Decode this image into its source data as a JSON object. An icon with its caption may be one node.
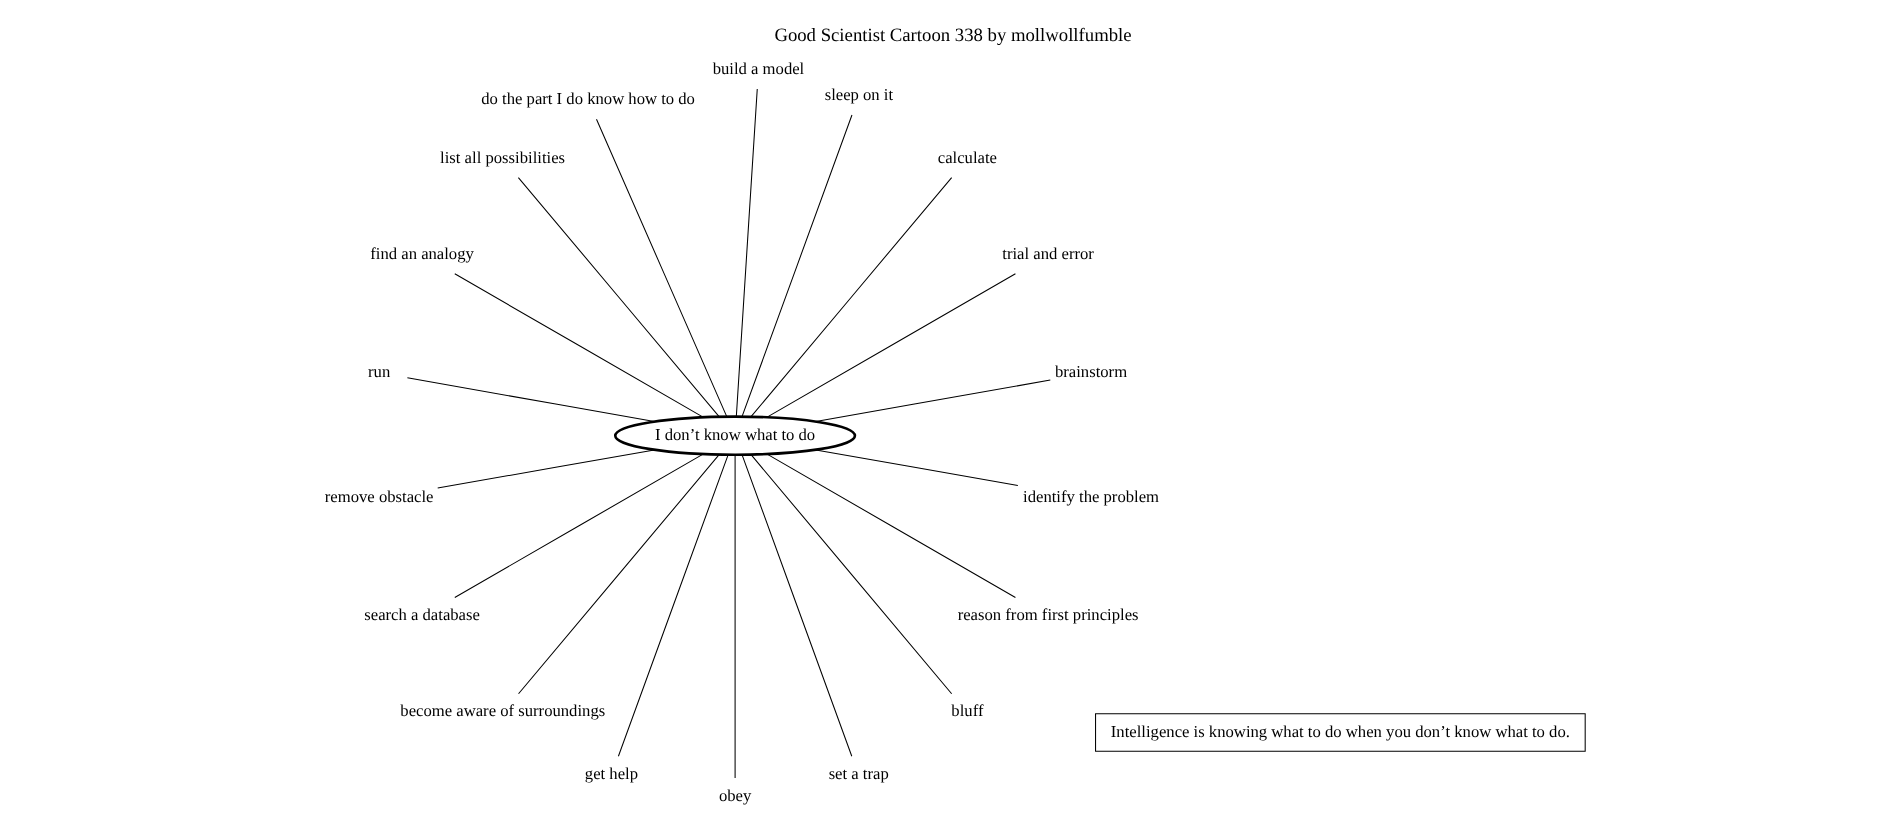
{
  "diagram": {
    "title": "Good Scientist Cartoon 338 by mollwollfumble",
    "nodes": [
      {
        "text": [
          "Intelligence is knowing what to do when you don’t know what to do."
        ]
      },
      {
        "text": [
          "I don’t know what to do"
        ]
      },
      {
        "text": [
          "brainstorm"
        ]
      },
      {
        "text": [
          "trial and error"
        ]
      },
      {
        "text": [
          "calculate"
        ]
      },
      {
        "text": [
          "sleep on it"
        ]
      },
      {
        "text": [
          "build a model"
        ]
      },
      {
        "text": [
          "do the part I do know how to do"
        ]
      },
      {
        "text": [
          "list all possibilities"
        ]
      },
      {
        "text": [
          "find an analogy"
        ]
      },
      {
        "text": [
          "run"
        ]
      },
      {
        "text": [
          "remove obstacle"
        ]
      },
      {
        "text": [
          "search a database"
        ]
      },
      {
        "text": [
          "become aware of surroundings"
        ]
      },
      {
        "text": [
          "get help"
        ]
      },
      {
        "text": [
          "obey"
        ]
      },
      {
        "text": [
          "set a trap"
        ]
      },
      {
        "text": [
          "bluff"
        ]
      },
      {
        "text": [
          "reason from first principles"
        ]
      },
      {
        "text": [
          "identify the problem"
        ]
      }
    ],
    "edges": [
      {
        "from": 1,
        "to": 2,
        "arrow": "none"
      },
      {
        "from": 1,
        "to": 3,
        "arrow": "none"
      },
      {
        "from": 1,
        "to": 4,
        "arrow": "none"
      },
      {
        "from": 1,
        "to": 5,
        "arrow": "none"
      },
      {
        "from": 1,
        "to": 6,
        "arrow": "none"
      },
      {
        "from": 1,
        "to": 7,
        "arrow": "none"
      },
      {
        "from": 1,
        "to": 8,
        "arrow": "none"
      },
      {
        "from": 1,
        "to": 9,
        "arrow": "none"
      },
      {
        "from": 1,
        "to": 10,
        "arrow": "none"
      },
      {
        "from": 1,
        "to": 11,
        "arrow": "none"
      },
      {
        "from": 1,
        "to": 12,
        "arrow": "none"
      },
      {
        "from": 1,
        "to": 13,
        "arrow": "none"
      },
      {
        "from": 1,
        "to": 14,
        "arrow": "none"
      },
      {
        "from": 1,
        "to": 15,
        "arrow": "none"
      },
      {
        "from": 1,
        "to": 16,
        "arrow": "none"
      },
      {
        "from": 1,
        "to": 17,
        "arrow": "none"
      },
      {
        "from": 1,
        "to": 18,
        "arrow": "none"
      },
      {
        "from": 1,
        "to": 19,
        "arrow": "none"
      }
    ]
  }
}
